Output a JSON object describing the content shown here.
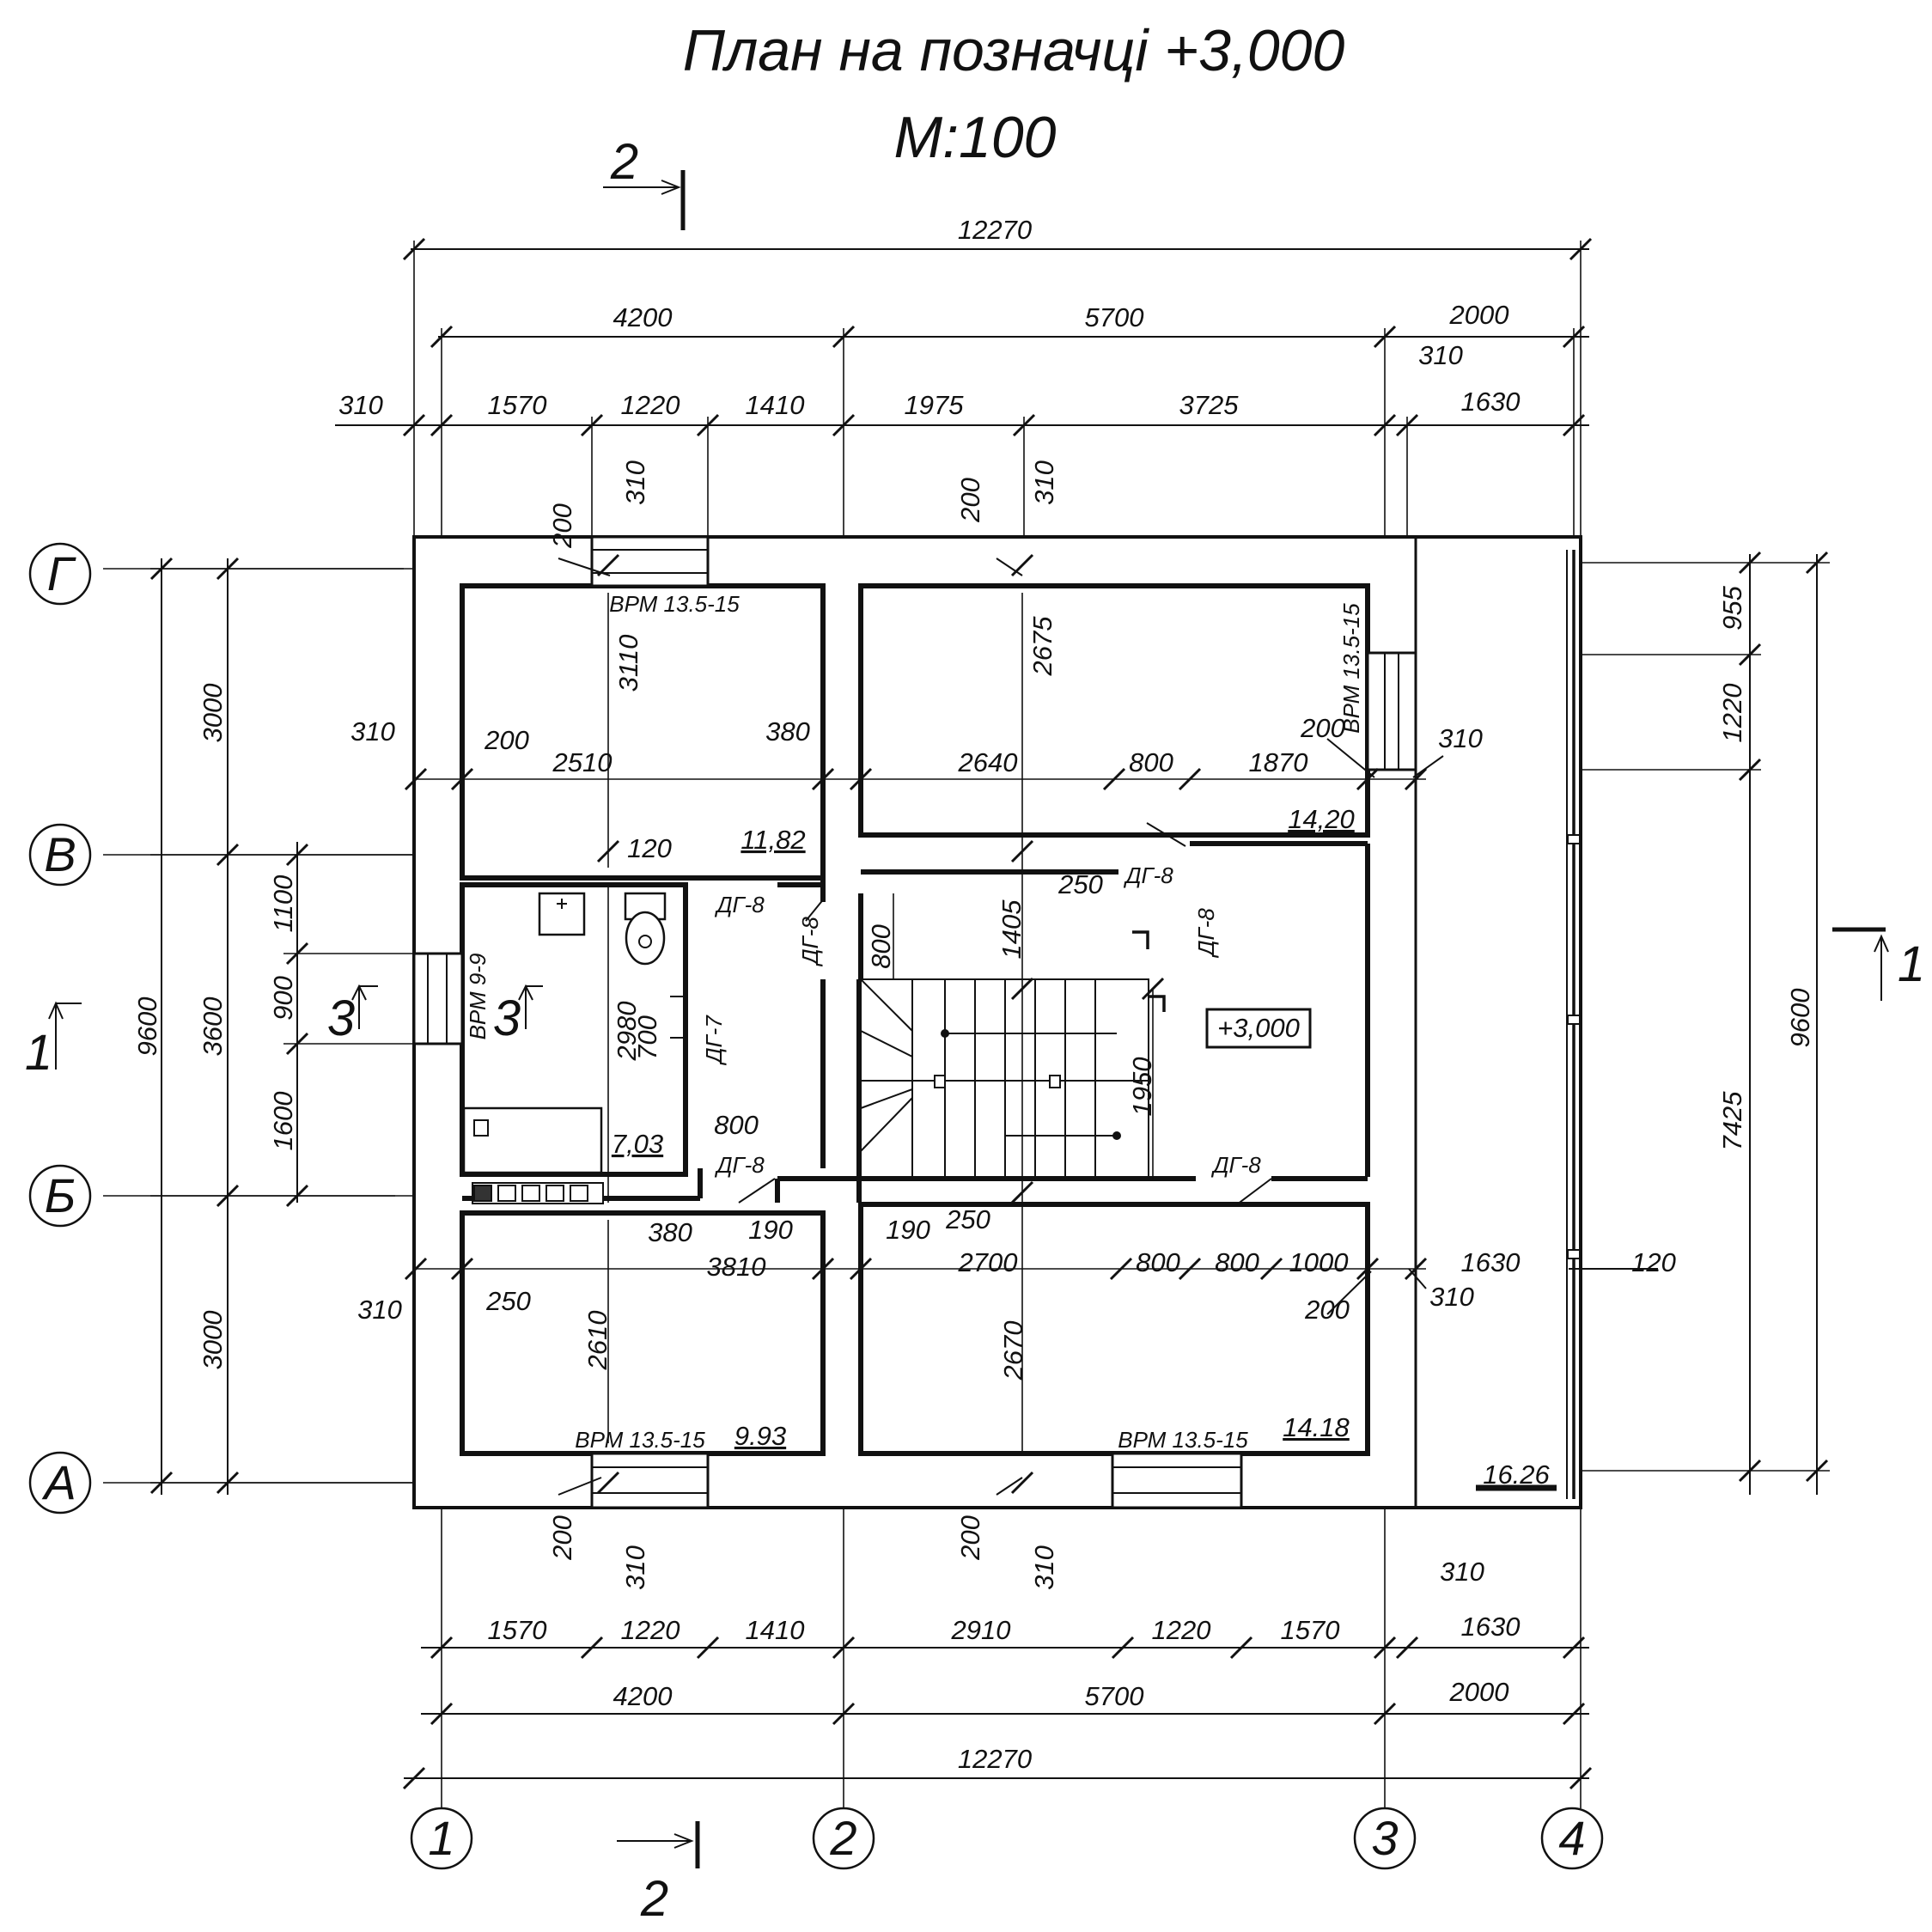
{
  "title": "План на позначці +3,000",
  "scale": "М:100",
  "axes": {
    "columns": [
      "1",
      "2",
      "3",
      "4"
    ],
    "rows": [
      "Г",
      "В",
      "Б",
      "А"
    ]
  },
  "sections": {
    "s1": "1",
    "s2": "2",
    "s3": "3"
  },
  "level_mark": "+3,000",
  "rooms": [
    {
      "area": "11,82"
    },
    {
      "area": "14,20"
    },
    {
      "area": "7,03"
    },
    {
      "area": "9.93"
    },
    {
      "area": "14.18"
    },
    {
      "area": "16.26"
    }
  ],
  "windows": {
    "w1": "ВРМ 13.5-15",
    "w2": "ВРМ 13.5-15",
    "w3": "ВРМ 9-9",
    "w4": "ВРМ 13.5-15",
    "w5": "ВРМ 13.5-15"
  },
  "doors": {
    "dg8": "ДГ-8",
    "dg7": "ДГ-7"
  },
  "dims_top": {
    "total": "12270",
    "row2": [
      "4200",
      "5700",
      "2000"
    ],
    "row3": [
      "310",
      "1570",
      "1220",
      "1410",
      "1975",
      "3725",
      "310",
      "1630"
    ]
  },
  "dims_bottom": {
    "row1": [
      "1570",
      "1220",
      "1410",
      "2910",
      "1220",
      "1570",
      "310",
      "1630"
    ],
    "row2": [
      "4200",
      "5700",
      "2000"
    ],
    "total": "12270"
  },
  "dims_left": [
    "9600",
    "3000",
    "3600",
    "3000",
    "1100",
    "900",
    "1600"
  ],
  "dims_right": [
    "955",
    "1220",
    "9600",
    "7425"
  ],
  "dims_inner": {
    "a200": "200",
    "a310": "310",
    "a3110": "3110",
    "a2675": "2675",
    "a380": "380",
    "a2510": "2510",
    "a2640": "2640",
    "a800": "800",
    "a1870": "1870",
    "a120": "120",
    "a250": "250",
    "a1405": "1405",
    "a2980": "2980",
    "a700": "700",
    "a1950": "1950",
    "a190": "190",
    "a3810": "3810",
    "a2700": "2700",
    "a1000": "1000",
    "a2610": "2610",
    "a2670": "2670"
  }
}
